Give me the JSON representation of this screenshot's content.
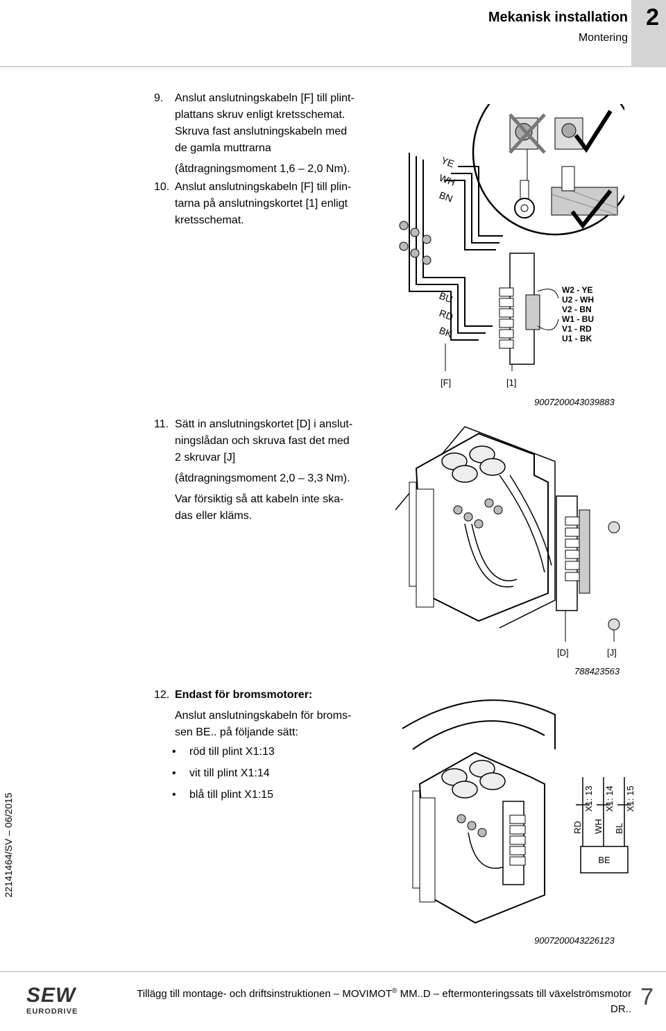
{
  "header": {
    "title": "Mekanisk installation",
    "subtitle": "Montering",
    "chapter": "2"
  },
  "side_code": "22141464/SV – 06/2015",
  "steps": [
    {
      "num": "9.",
      "lines": [
        "Anslut anslutningskabeln [F] till plint-",
        "plattans skruv enligt kretsschemat.",
        "Skruva fast anslutningskabeln med",
        "de gamla muttrarna"
      ],
      "torque": "(åtdragningsmoment 1,6 – 2,0 Nm)."
    },
    {
      "num": "10.",
      "lines": [
        "Anslut anslutningskabeln [F] till plin-",
        "tarna på anslutningskortet [1] enligt",
        "kretsschemat."
      ]
    },
    {
      "num": "11.",
      "lines": [
        "Sätt in anslutningskortet [D] i anslut-",
        "ningslådan och skruva fast det med",
        "2 skruvar [J]"
      ],
      "torque": "(åtdragningsmoment 2,0 – 3,3 Nm).",
      "note": [
        "Var försiktig så att kabeln inte ska-",
        "das eller kläms."
      ]
    },
    {
      "num": "12.",
      "title": "Endast för bromsmotorer:",
      "lines": [
        "Anslut  anslutningskabeln  för  broms-",
        "sen BE.. på följande sätt:"
      ],
      "bullets": [
        "röd till plint X1:13",
        "vit till plint X1:14",
        "blå till plint X1:15"
      ]
    }
  ],
  "figure1": {
    "wire_labels_top": [
      "YE",
      "WH",
      "BN"
    ],
    "wire_labels_bottom": [
      "BU",
      "RD",
      "BK"
    ],
    "legend": [
      "W2 - YE",
      "U2  - WH",
      "V2  - BN",
      "W1 - BU",
      "V1  - RD",
      "U1  - BK"
    ],
    "callouts": [
      "[F]",
      "[1]"
    ],
    "id": "9007200043039883"
  },
  "figure2": {
    "callouts": [
      "[D]",
      "[J]"
    ],
    "id": "788423563"
  },
  "figure3": {
    "wires": [
      "RD",
      "WH",
      "BL"
    ],
    "terminals": [
      "X1: 13",
      "X1: 14",
      "X1: 15"
    ],
    "box": "BE",
    "id": "9007200043226123"
  },
  "footer": {
    "text_line1": "Tillägg till montage- och driftsinstruktionen – MOVIMOT",
    "reg": "®",
    "text_line1b": " MM..D – eftermonteringssats till växelströmsmotor",
    "text_line2": "DR..",
    "page": "7",
    "logo": "SEW",
    "logo_sub": "EURODRIVE"
  }
}
